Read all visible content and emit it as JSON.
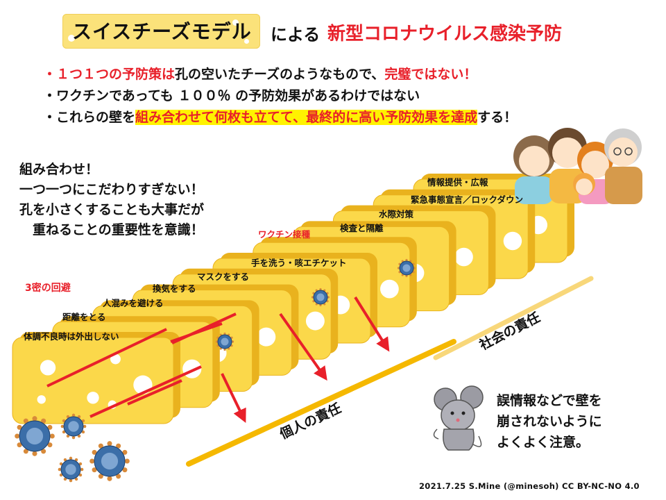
{
  "title": {
    "main": "スイスチーズモデル",
    "connector": "による",
    "subject": "新型コロナウイルス感染予防"
  },
  "bullets": [
    {
      "parts": [
        {
          "t": "・１つ１つの予防策は",
          "c": "red"
        },
        {
          "t": "孔の空いたチーズのようなもので、",
          "c": ""
        },
        {
          "t": "完璧ではない！",
          "c": "red"
        }
      ]
    },
    {
      "parts": [
        {
          "t": "・ワクチンであっても １００％ の予防効果があるわけではない",
          "c": ""
        }
      ]
    },
    {
      "parts": [
        {
          "t": "・これらの壁を",
          "c": ""
        },
        {
          "t": "組み合わせて何枚も立てて、最終的に高い予防効果を達成",
          "c": "hl"
        },
        {
          "t": "する！",
          "c": ""
        }
      ]
    }
  ],
  "left_note": [
    "組み合わせ！",
    "一つ一つにこだわりすぎない！",
    "孔を小さくすることも大事だが",
    "　重ねることの重要性を意識！"
  ],
  "measures": [
    "体調不良時は外出しない",
    "距離をとる",
    "人混みを避ける",
    "換気をする",
    "マスクをする",
    "手を洗う・咳エチケット",
    "ワクチン接種",
    "検査と隔離",
    "水際対策",
    "緊急事態宣言／ロックダウン",
    "情報提供・広報"
  ],
  "highlight_measure": "3密の回避",
  "responsibility": {
    "individual": "個人の責任",
    "social": "社会の責任"
  },
  "mouse_note": [
    "誤情報などで壁を",
    "崩されないように",
    "よくよく注意。"
  ],
  "credit": "2021.7.25 S.Mine (@minesoh) CC BY-NC-NO 4.0",
  "colors": {
    "cheese": "#fbd84a",
    "cheese_edge": "#e9b21e",
    "arrow": "#e8202a",
    "responsibility_line": "#f5b800",
    "social_line": "#f8d77a",
    "virus": "#3b6ea8"
  }
}
